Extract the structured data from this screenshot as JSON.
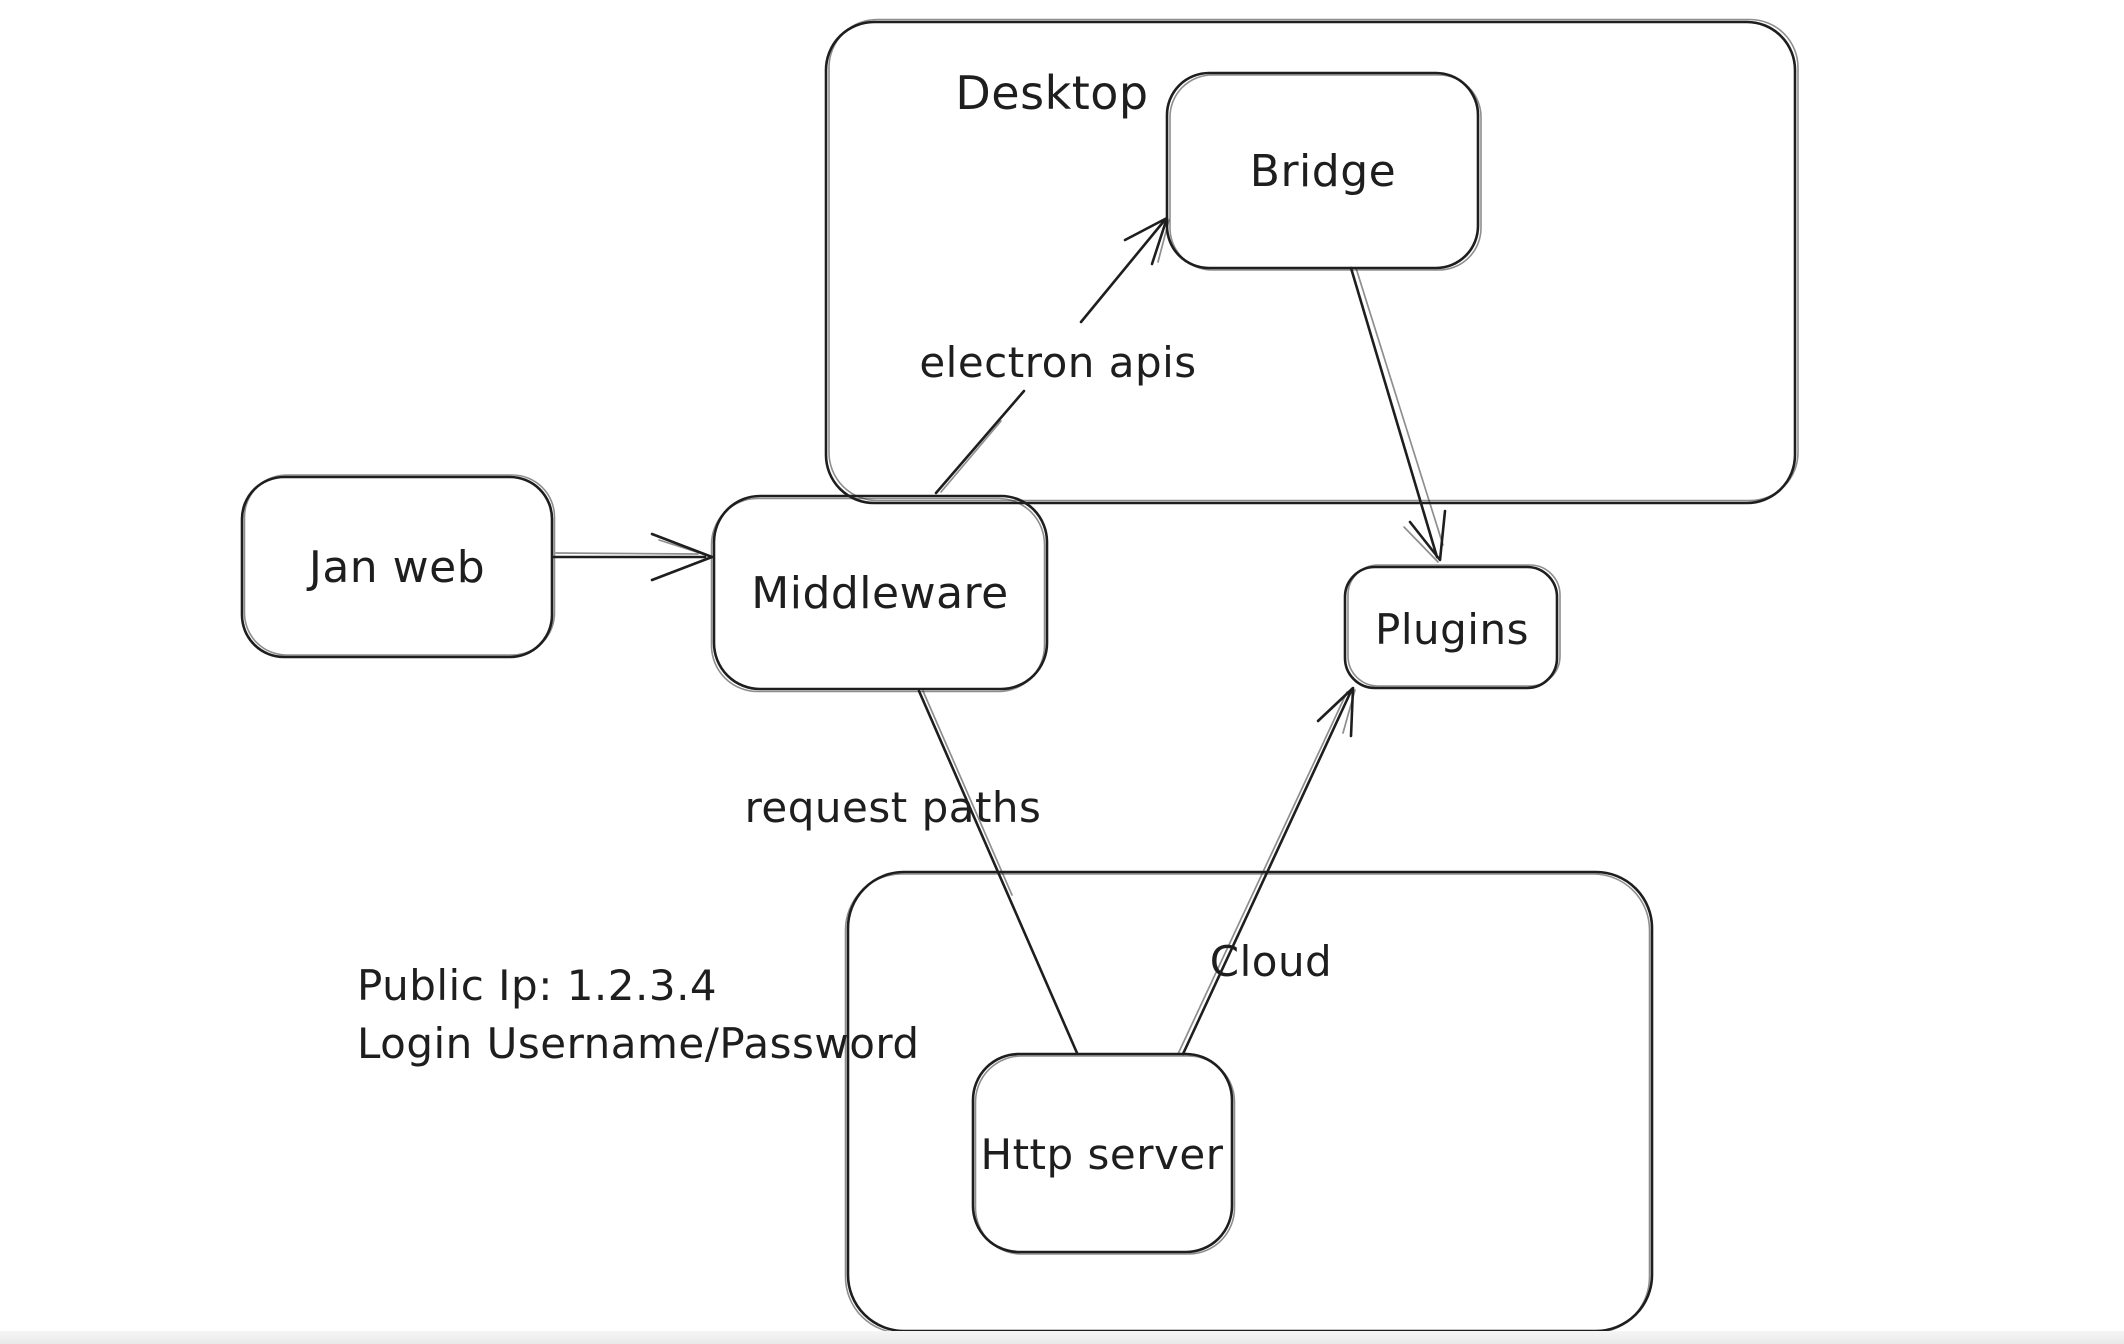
{
  "canvas": {
    "background_color": "#ffffff",
    "stroke_color": "#1e1e1e",
    "bottom_gutter_color": "#ededed"
  },
  "containers": {
    "desktop": {
      "label": "Desktop"
    },
    "cloud": {
      "label": "Cloud"
    }
  },
  "nodes": {
    "jan_web": {
      "label": "Jan web"
    },
    "middleware": {
      "label": "Middleware"
    },
    "bridge": {
      "label": "Bridge"
    },
    "plugins": {
      "label": "Plugins"
    },
    "http_server": {
      "label": "Http server"
    }
  },
  "edges": {
    "jan_web_to_middleware": {
      "from": "Jan web",
      "to": "Middleware",
      "label": ""
    },
    "middleware_to_bridge": {
      "from": "Middleware",
      "to": "Bridge",
      "label": "electron apis"
    },
    "bridge_to_plugins": {
      "from": "Bridge",
      "to": "Plugins",
      "label": ""
    },
    "middleware_to_http_server": {
      "from": "Middleware",
      "to": "Http server",
      "label": "request paths"
    },
    "http_server_to_plugins": {
      "from": "Http server",
      "to": "Plugins",
      "label": ""
    }
  },
  "annotations": {
    "public_ip": "Public Ip: 1.2.3.4",
    "login": "Login Username/Password"
  }
}
